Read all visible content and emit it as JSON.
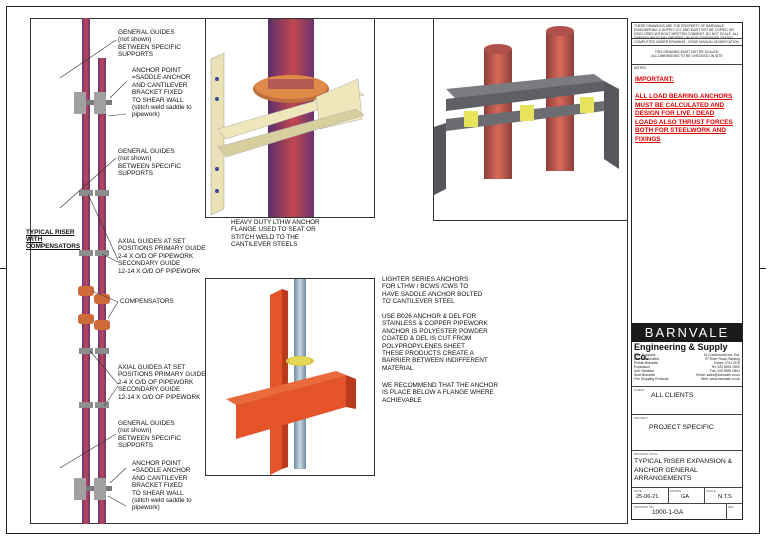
{
  "left_labels": {
    "typical_riser": "TYPICAL RISER\nWITH\nCOMPENSATORS"
  },
  "annotations": [
    "GENERAL GUIDES\n(not shown)\nBETWEEN SPECIFIC\nSUPPORTS",
    "ANCHOR POINT\n=SADDLE ANCHOR\nAND CANTILEVER\nBRACKET FIXED\nTO SHEAR WALL\n(stitch weld saddle to\npipework)",
    "GENERAL GUIDES\n(not shown)\nBETWEEN SPECIFIC\nSUPPORTS",
    "AXIAL GUIDES AT SET\nPOSITIONS PRIMARY GUIDE\n2-4 x O/D OF PIPEWORK\nSECONDARY GUIDE\n12-14 x O/D OF PIPEWORK",
    "COMPENSATORS",
    "AXIAL GUIDES AT SET\nPOSITIONS PRIMARY GUIDE\n2-4 x O/D OF PIPEWORK\nSECONDARY GUIDE\n12-14 x O/D OF PIPEWORK",
    "GENERAL GUIDES\n(not shown)\nBETWEEN SPECIFIC\nSUPPORTS",
    "ANCHOR POINT\n=SADDLE ANCHOR\nAND CANTILEVER\nBRACKET FIXED\nTO SHEAR WALL\n(stitch weld saddle to\npipework)"
  ],
  "captions": {
    "heavy_duty": "HEAVY DUTY LTHW ANCHOR\nFLANGE USED TO SEAT OR\nSTITCH WELD TO THE\nCANTILEVER STEELS",
    "lighter_series": "LIGHTER SERIES ANCHORS\nFOR LTHW / BCWS /CWS TO\nHAVE SADDLE ANCHOR BOLTED\nTO CANTILEVER STEEL",
    "b026": "USE B026 ANCHOR & DEL FOR\nSTAINLESS & COPPER PIPEWORK\nANCHOR IS POLYESTER POWDER\nCOATED & DEL IS CUT FROM\nPOLYPROPYLENES SHEET\nTHESE PRODUCTS CREATE A\nBARRIER BETWEEN INDIFFERENT\nMATERIAL",
    "recommend": "WE RECOMMEND THAT THE ANCHOR\nIS PLACE BELOW A FLANGE WHERE\nACHIEVABLE"
  },
  "title_block": {
    "copyright_note": "THESE DRAWINGS ARE THE PROPERTY OF BARNVALE ENGINEERING & SUPPLY CO. AND MUST NOT BE COPIED OR DISCLOSED WITHOUT WRITTEN CONSENT. DO NOT SCALE. ALL DIMENSIONS IN MILLIMETRES UNLESS OTHERWISE STATED.",
    "completed_note": "COMPLETED UNDER DRAWING - ISSUE MANUAL MODIFICATION",
    "verify_note": "THIS DRAWING MUST NOT BE SCALED,\nALL DIMENSIONS TO BE CHECKED ON SITE",
    "notes_label": "NOTES:",
    "important": "IMPORTANT:",
    "important_text": "ALL LOAD BEARING ANCHORS\nMUST BE CALCULATED AND\nDESIGN FOR LIVE / DEAD\nLOADS ALSO THRUST FORCES\nBOTH FOR STEELWORK AND\nFIXINGS",
    "company_logo": "BARNVALE",
    "company_name": "Engineering & Supply Co.",
    "company_left": "Pipe Supports\nSteel Fabrication\nPrefab Brackets\nExpansion\nAnti Vibration\nSeat Brackets\nFire Stopping Products",
    "company_right": "16 Creekmouth Ind. Est.\n97 River Road, Barking\nEssex, IG11 0DS\nTel: 020 8591 0500\nFax: 020 8591 0501\nEmail: sales@barnvale.co.uk\nWeb: www.barnvale.co.uk",
    "client_label": "CLIENT",
    "client": "ALL CLIENTS",
    "project_label": "PROJECT",
    "project": "PROJECT SPECIFIC",
    "title_label": "DRAWING TITLE",
    "title": "TYPICAL RISER EXPANSION &\nANCHOR GENERAL\nARRANGEMENTS",
    "date_label": "DATE",
    "date": "25-06-21",
    "drawn_label": "DRAWN",
    "drawn": "GA",
    "scale_label": "SCALE",
    "scale": "N.T.S",
    "dwg_label": "DRAWING No.",
    "dwg_no": "1000-1-GA",
    "rev_label": "REV"
  },
  "colors": {
    "pipe_red": "#b3404a",
    "pipe_purple": "#6a3470",
    "steel_cream": "#e9e2b6",
    "steel_grey": "#6b6d72",
    "anchor_yellow": "#e7e35a",
    "orange_bracket": "#e4532a",
    "stainless": "#9fb4c4",
    "important_red": "#e00000"
  }
}
